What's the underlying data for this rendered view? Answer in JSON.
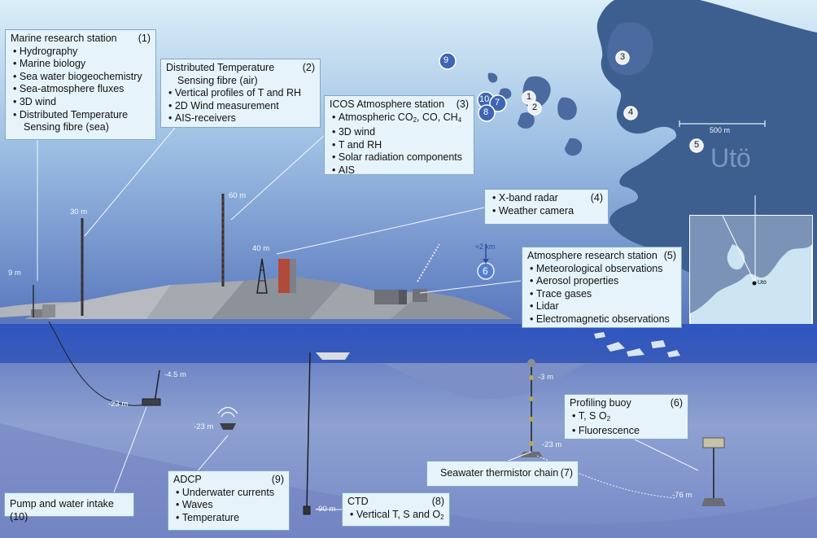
{
  "stations": [
    {
      "id": "marine",
      "title": "Marine research station",
      "num": "(1)",
      "items": [
        "Hydrography",
        "Marine biology",
        "Sea water biogeochemistry",
        "Sea-atmosphere fluxes",
        "3D wind",
        "Distributed Temperature"
      ],
      "item_continuation": "Sensing fibre (sea)"
    },
    {
      "id": "dts",
      "title": "Distributed Temperature",
      "title_line2": "Sensing fibre (air)",
      "num": "(2)",
      "items": [
        "Vertical profiles of T and RH",
        "2D Wind measurement",
        "AIS-receivers"
      ]
    },
    {
      "id": "icos",
      "title": "ICOS Atmosphere station",
      "num": "(3)",
      "items_gas": {
        "prefix": "Atmospheric CO",
        "sub1": "2",
        "mid": ", CO, CH",
        "sub2": "4"
      },
      "items": [
        "3D wind",
        "T and RH",
        "Solar radiation components",
        "AIS"
      ]
    },
    {
      "id": "radar",
      "num": "(4)",
      "items": [
        "X-band radar",
        "Weather camera"
      ]
    },
    {
      "id": "atmos",
      "title": "Atmosphere research station",
      "num": "(5)",
      "items": [
        "Meteorological observations",
        "Aerosol properties",
        "Trace gases",
        "Lidar",
        "Electromagnetic observations"
      ]
    },
    {
      "id": "buoy",
      "title": "Profiling buoy",
      "num": "(6)",
      "items_o2": {
        "prefix": "T, S O",
        "sub": "2"
      },
      "items": [
        "Fluorescence"
      ]
    },
    {
      "id": "thermistor",
      "title": "Seawater thermistor chain",
      "num": "(7)"
    },
    {
      "id": "ctd",
      "title": "CTD",
      "num": "(8)",
      "items_o2": {
        "prefix": "Vertical T, S and O",
        "sub": "2"
      }
    },
    {
      "id": "adcp",
      "title": "ADCP",
      "num": "(9)",
      "items": [
        "Underwater currents",
        "Waves",
        "Temperature"
      ]
    },
    {
      "id": "pump",
      "title": "Pump and water intake",
      "num": "(10)"
    }
  ],
  "height_labels": {
    "h9": "9 m",
    "h30": "30 m",
    "h60": "60 m",
    "h40": "40 m",
    "d45": "-4.5 m",
    "d23a": "-23 m",
    "d23b": "-23 m",
    "d3": "-3 m",
    "d23c": "-23 m",
    "d90": "-90 m",
    "d76": "-76 m",
    "dist": "≈2 km"
  },
  "map": {
    "island_name": "Utö",
    "scale_label": "500 m",
    "markers": [
      "1",
      "2",
      "3",
      "4",
      "5",
      "7",
      "8",
      "9",
      "10"
    ],
    "inset_label": "Utö",
    "buoy_marker": "6"
  },
  "colors": {
    "sky_top": "#c9e2f2",
    "sky_bottom": "#5d82bf",
    "sea_surface": "#2e4fb0",
    "underwater": "#8c9fcf",
    "rock": "#9a9ea7",
    "box_fill": "#e6f3fb",
    "marker_fill": "#3e66b5"
  }
}
